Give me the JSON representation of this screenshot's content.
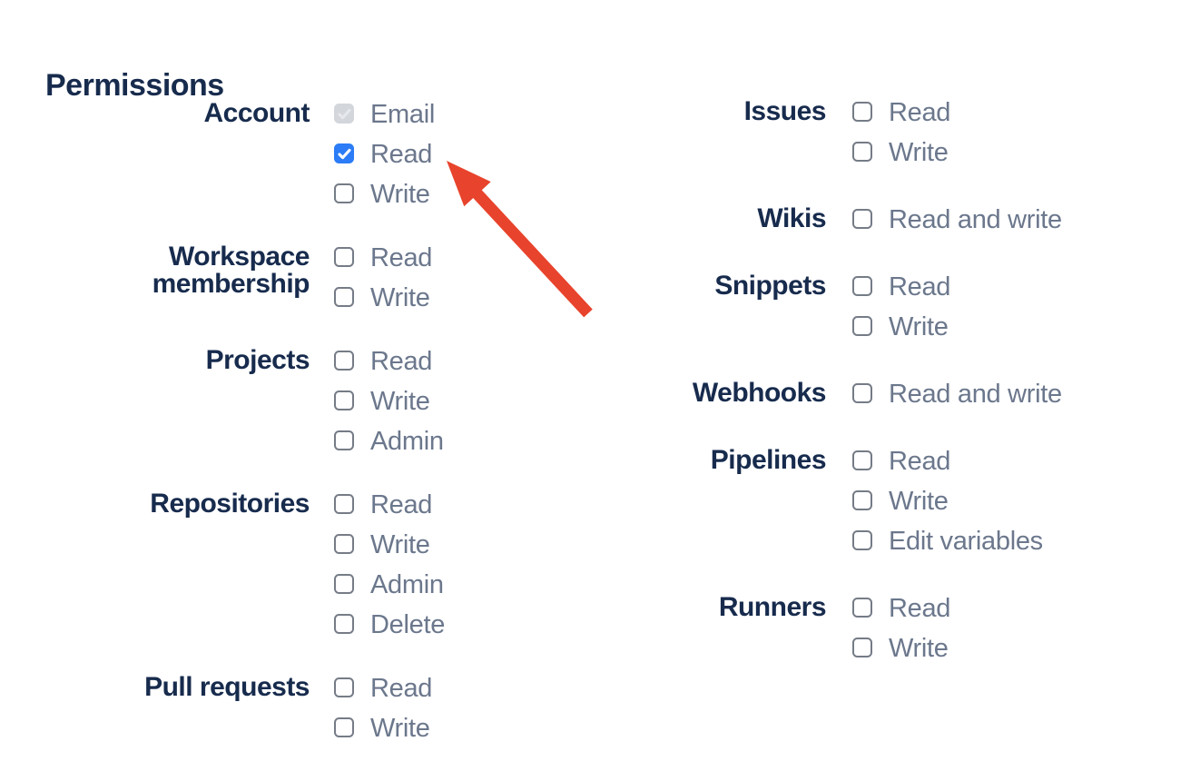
{
  "heading": "Permissions",
  "colors": {
    "background": "#FFFFFF",
    "heading_text": "#172B4D",
    "group_label_text": "#172B4D",
    "option_label_text": "#6B778C",
    "checkbox_border": "#757C87",
    "checkbox_checked_fill": "#2B7CF6",
    "checkbox_check": "#FFFFFF",
    "checkbox_disabled_fill": "#D3D6DB",
    "checkbox_disabled_check": "#E6E8EC",
    "arrow": "#E8432C"
  },
  "annotation": {
    "arrow_icon": "red-arrow",
    "points_to": "Account Read checkbox"
  },
  "columns": [
    {
      "name": "left",
      "groups": [
        {
          "label": "Account",
          "options": [
            {
              "label": "Email",
              "checked": true,
              "disabled": true
            },
            {
              "label": "Read",
              "checked": true,
              "disabled": false
            },
            {
              "label": "Write",
              "checked": false,
              "disabled": false
            }
          ]
        },
        {
          "label": "Workspace membership",
          "options": [
            {
              "label": "Read",
              "checked": false,
              "disabled": false
            },
            {
              "label": "Write",
              "checked": false,
              "disabled": false
            }
          ]
        },
        {
          "label": "Projects",
          "options": [
            {
              "label": "Read",
              "checked": false,
              "disabled": false
            },
            {
              "label": "Write",
              "checked": false,
              "disabled": false
            },
            {
              "label": "Admin",
              "checked": false,
              "disabled": false
            }
          ]
        },
        {
          "label": "Repositories",
          "options": [
            {
              "label": "Read",
              "checked": false,
              "disabled": false
            },
            {
              "label": "Write",
              "checked": false,
              "disabled": false
            },
            {
              "label": "Admin",
              "checked": false,
              "disabled": false
            },
            {
              "label": "Delete",
              "checked": false,
              "disabled": false
            }
          ]
        },
        {
          "label": "Pull requests",
          "options": [
            {
              "label": "Read",
              "checked": false,
              "disabled": false
            },
            {
              "label": "Write",
              "checked": false,
              "disabled": false
            }
          ]
        }
      ]
    },
    {
      "name": "right",
      "groups": [
        {
          "label": "Issues",
          "options": [
            {
              "label": "Read",
              "checked": false,
              "disabled": false
            },
            {
              "label": "Write",
              "checked": false,
              "disabled": false
            }
          ]
        },
        {
          "label": "Wikis",
          "options": [
            {
              "label": "Read and write",
              "checked": false,
              "disabled": false
            }
          ]
        },
        {
          "label": "Snippets",
          "options": [
            {
              "label": "Read",
              "checked": false,
              "disabled": false
            },
            {
              "label": "Write",
              "checked": false,
              "disabled": false
            }
          ]
        },
        {
          "label": "Webhooks",
          "options": [
            {
              "label": "Read and write",
              "checked": false,
              "disabled": false
            }
          ]
        },
        {
          "label": "Pipelines",
          "options": [
            {
              "label": "Read",
              "checked": false,
              "disabled": false
            },
            {
              "label": "Write",
              "checked": false,
              "disabled": false
            },
            {
              "label": "Edit variables",
              "checked": false,
              "disabled": false
            }
          ]
        },
        {
          "label": "Runners",
          "options": [
            {
              "label": "Read",
              "checked": false,
              "disabled": false
            },
            {
              "label": "Write",
              "checked": false,
              "disabled": false
            }
          ]
        }
      ]
    }
  ]
}
